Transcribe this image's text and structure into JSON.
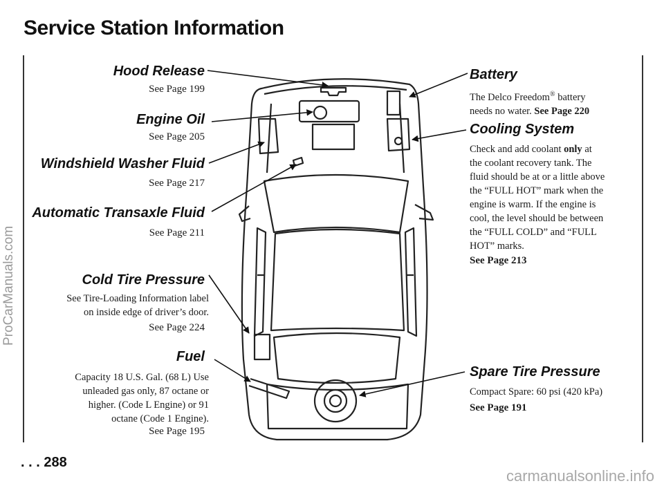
{
  "page": {
    "title": "Service Station Information",
    "page_number": ". . . 288",
    "watermark_left": "ProCarManuals.com",
    "watermark_bottom": "carmanualsonline.info"
  },
  "left": {
    "hood": {
      "heading": "Hood Release",
      "page": "See Page 199"
    },
    "oil": {
      "heading": "Engine Oil",
      "page": "See Page 205"
    },
    "washer": {
      "heading": "Windshield Washer Fluid",
      "page": "See Page 217"
    },
    "transaxle": {
      "heading": "Automatic Transaxle Fluid",
      "page": "See Page 211"
    },
    "tire": {
      "heading": "Cold Tire Pressure",
      "line1": "See Tire-Loading Information label",
      "line2": "on inside edge of driver’s door.",
      "page": "See Page 224"
    },
    "fuel": {
      "heading": "Fuel",
      "line1": "Capacity 18 U.S. Gal. (68 L) Use",
      "line2": "unleaded gas only, 87 octane or",
      "line3": "higher. (Code L Engine) or 91",
      "line4": "octane (Code 1 Engine).",
      "page": "See Page 195"
    }
  },
  "right": {
    "battery": {
      "heading": "Battery",
      "line1a": "The Delco Freedom",
      "reg": "®",
      "line1b": " battery",
      "line2a": "needs no water. ",
      "line2b": "See Page 220"
    },
    "cooling": {
      "heading": "Cooling System",
      "line1a": "Check and add coolant ",
      "line1b": "only",
      "line1c": " at",
      "line2": "the coolant recovery tank. The",
      "line3": "fluid should be at or a little above",
      "line4": "the “FULL HOT” mark when the",
      "line5": "engine is warm. If the engine is",
      "line6": "cool, the level should be between",
      "line7": "the “FULL COLD” and “FULL",
      "line8": "HOT” marks.",
      "page": "See Page 213"
    },
    "spare": {
      "heading": "Spare Tire Pressure",
      "line1": "Compact Spare: 60 psi (420 kPa)",
      "page": "See Page 191"
    }
  }
}
